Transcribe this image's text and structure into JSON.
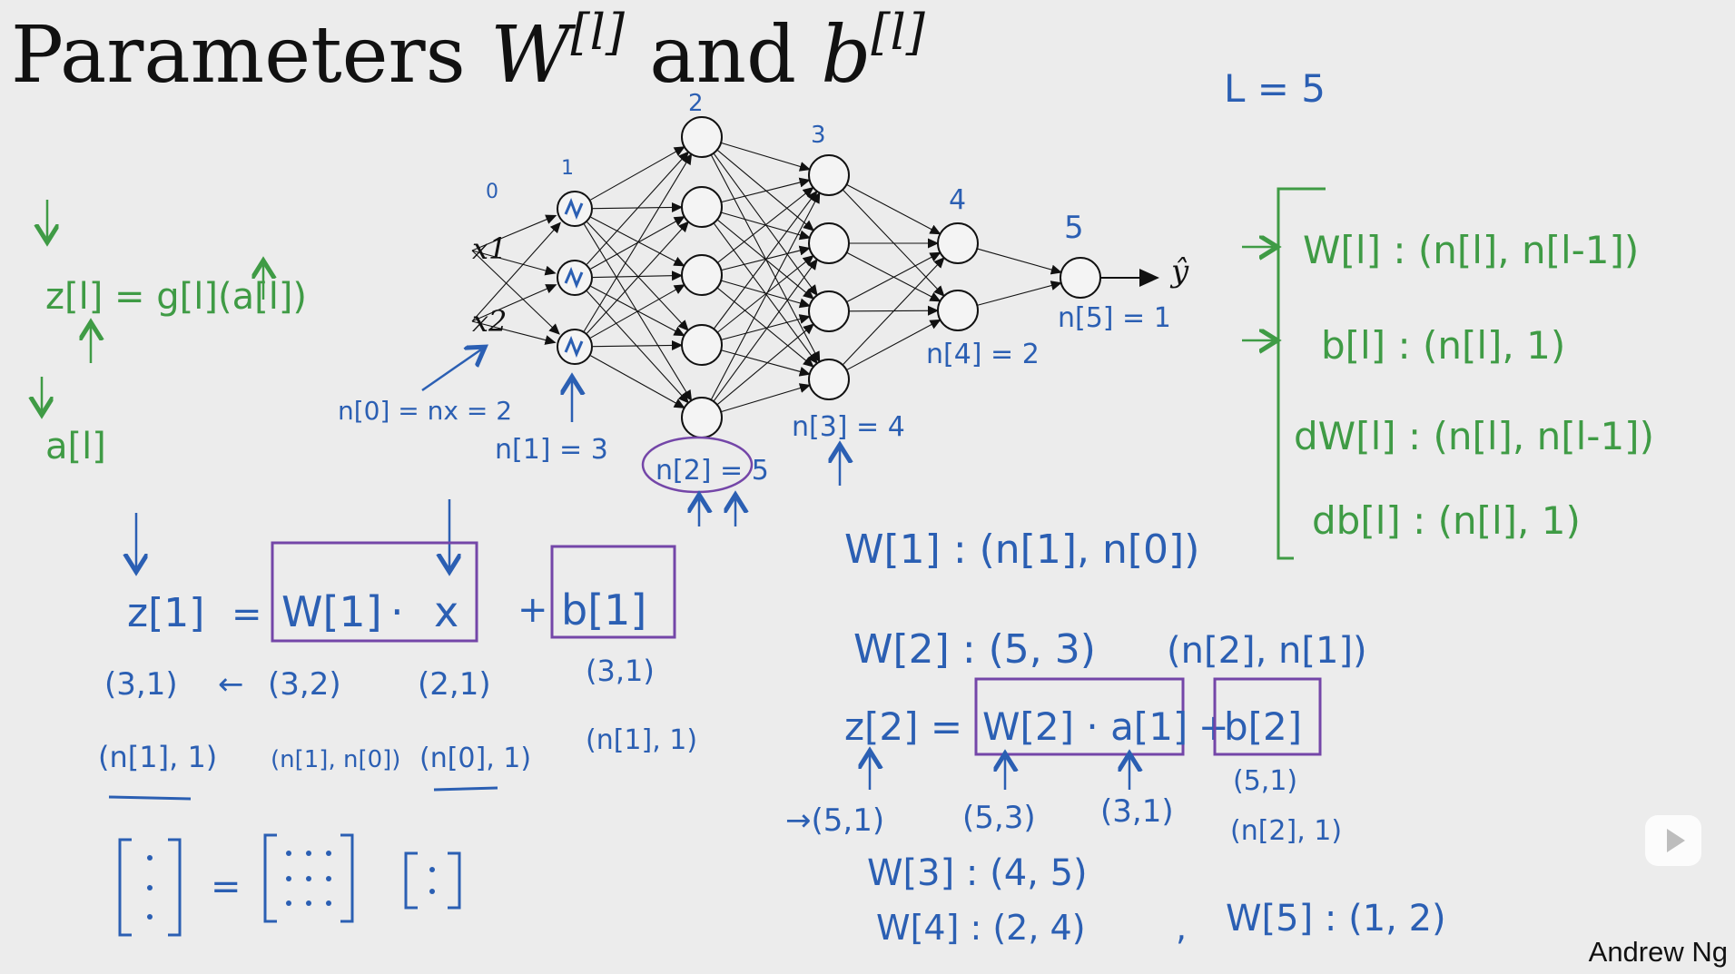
{
  "title": {
    "prefix": "Parameters ",
    "w": "W",
    "w_sup": "[l]",
    "mid": " and ",
    "b": "b",
    "b_sup": "[l]"
  },
  "author": "Andrew Ng",
  "colors": {
    "blue": "#2b5fb3",
    "green": "#3f9b45",
    "purple": "#7446a8",
    "black": "#111111",
    "background": "#ececec"
  },
  "network": {
    "layer_numbers": [
      "0",
      "1",
      "2",
      "3",
      "4",
      "5"
    ],
    "inputs": [
      "x1",
      "x2"
    ],
    "output": "ŷ",
    "L": "L = 5",
    "layer_sizes": {
      "n0": "n[0] = nx = 2",
      "n1": "n[1] = 3",
      "n2": "n[2] = 5",
      "n3": "n[3] = 4",
      "n4": "n[4] = 2",
      "n5": "n[5] = 1"
    },
    "units_per_layer": [
      2,
      3,
      5,
      4,
      2,
      1
    ]
  },
  "forward_prop_green": {
    "eq": "z[l] = g[l](a[l])",
    "a": "a[l]"
  },
  "general_dims": {
    "W": "W[l] : (n[l], n[l-1])",
    "b": "b[l] : (n[l], 1)",
    "dW": "dW[l] : (n[l], n[l-1])",
    "db": "db[l] : (n[l], 1)"
  },
  "layer1_eq": {
    "z": "z[1]",
    "eq": "=",
    "Wx_w": "W[1]",
    "Wx_dot": "·",
    "Wx_x": "x",
    "plus": "+",
    "b": "b[1]",
    "z_dim": "(3,1)",
    "arrow": "←",
    "W_dim": "(3,2)",
    "x_dim": "(2,1)",
    "b_dim": "(3,1)",
    "z_gen": "(n[1], 1)",
    "W_gen": "(n[1], n[0])",
    "x_gen": "(n[0], 1)",
    "b_gen": "(n[1], 1)"
  },
  "matrix_sketch": {
    "eq": "="
  },
  "layer2_eq": {
    "W1": "W[1] : (n[1], n[0])",
    "W2": "W[2] : (5, 3)",
    "W2_gen": "(n[2], n[1])",
    "z": "z[2] =",
    "Wa": "W[2] · a[1]",
    "plus": "+",
    "b": "b[2]",
    "z_dim": "→(5,1)",
    "W_dim": "(5,3)",
    "a_dim": "(3,1)",
    "b_dim": "(5,1)",
    "b_gen": "(n[2], 1)",
    "W3": "W[3] : (4, 5)",
    "W4": "W[4] : (2, 4)",
    "comma": ",",
    "W5": "W[5] : (1, 2)"
  }
}
